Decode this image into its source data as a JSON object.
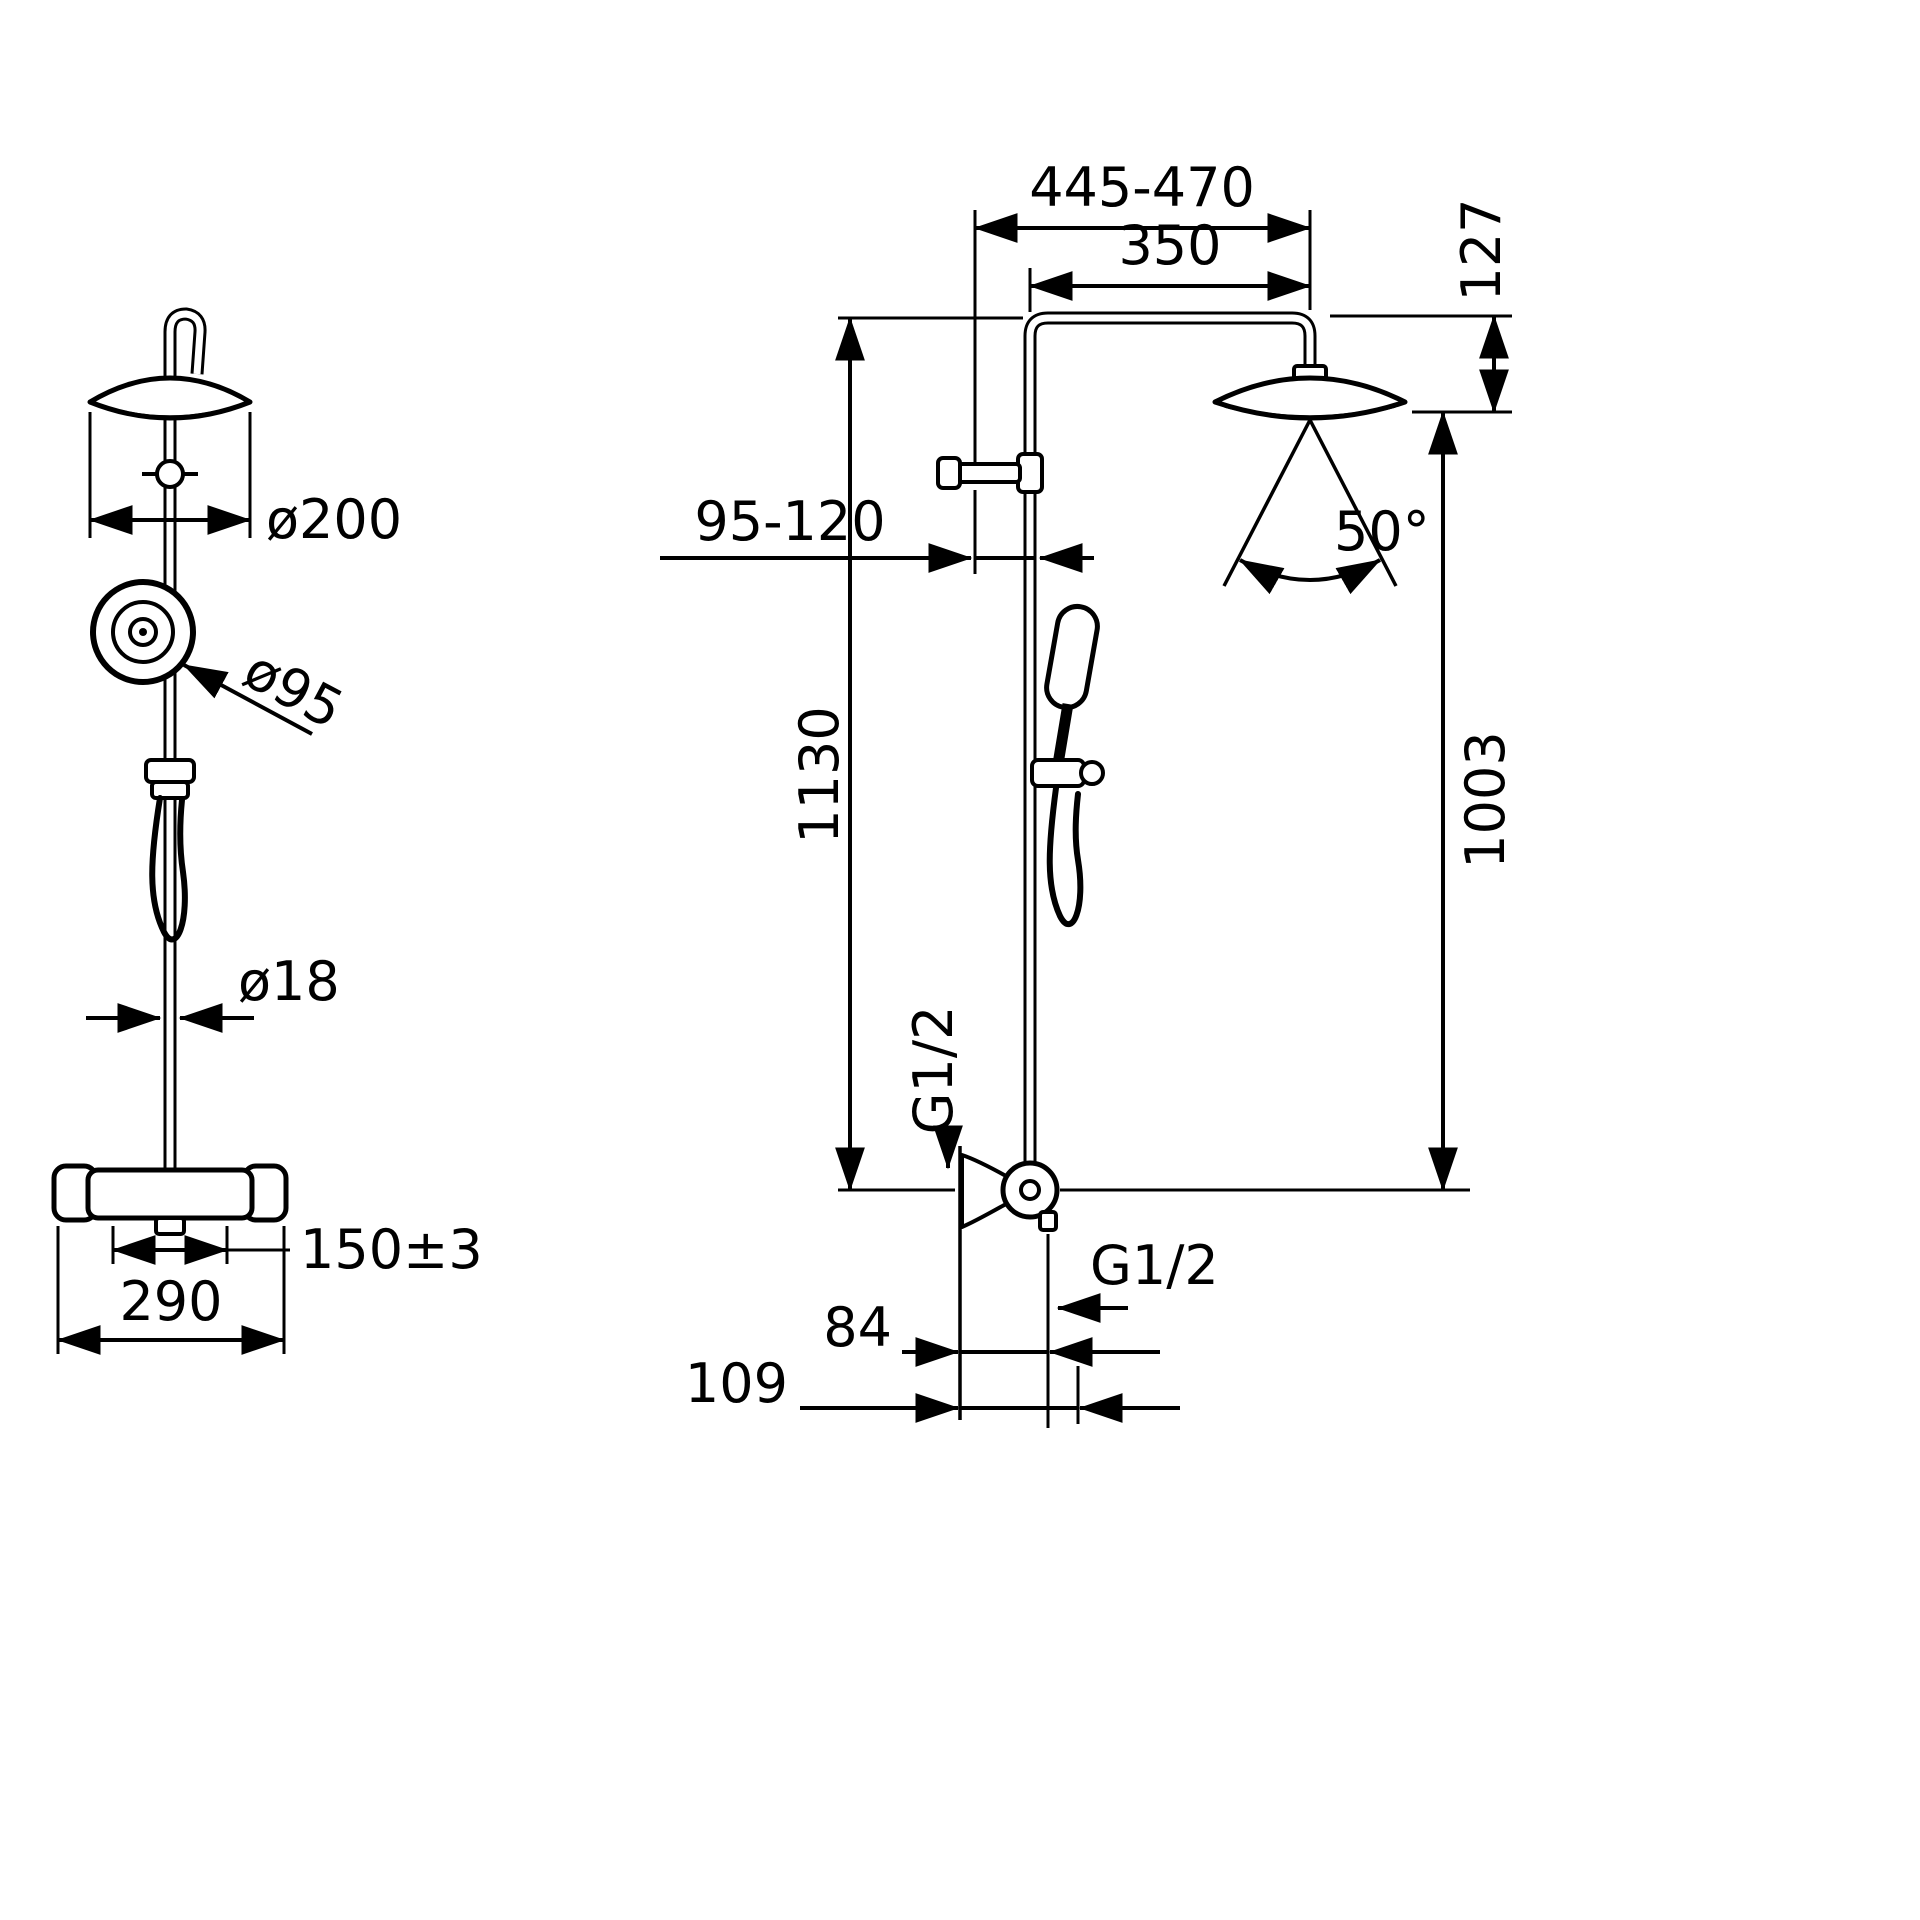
{
  "diagram": {
    "background": "#ffffff",
    "line_color": "#000000",
    "front_view": {
      "head_diameter": "ø200",
      "hand_shower_diameter": "ø95",
      "pipe_diameter": "ø18",
      "inlet_spacing": "150±3",
      "valve_width": "290"
    },
    "side_view": {
      "reach_range": "445-470",
      "arm_length": "350",
      "head_drop": "127",
      "wall_distance": "95-120",
      "spray_angle": "50°",
      "column_height": "1130",
      "head_height": "1003",
      "inlet_thread": "G1/2",
      "outlet_thread": "G1/2",
      "outlet_offset": "84",
      "hose_offset": "109"
    }
  }
}
